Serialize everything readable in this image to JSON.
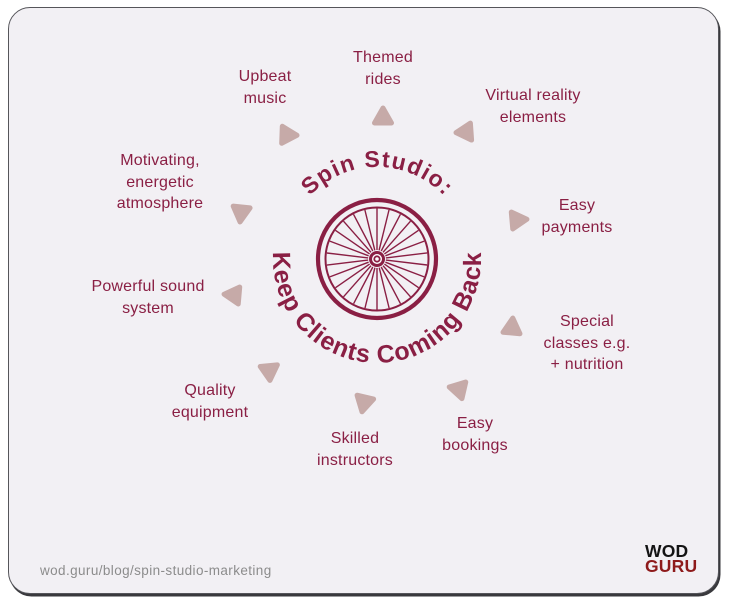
{
  "colors": {
    "accent_maroon": "#8a1f44",
    "triangle": "#c6aaa8",
    "card_background": "#f2f0f4",
    "footer_gray": "#8c8c8c",
    "logo_black": "#141414",
    "logo_red": "#8e1a1b"
  },
  "center": {
    "arc_top": "Spin Studio:",
    "arc_bottom": "Keep Clients Coming Back",
    "icon": "bicycle-wheel-icon"
  },
  "factors": [
    {
      "lines": [
        "Upbeat",
        "music"
      ]
    },
    {
      "lines": [
        "Themed",
        "rides"
      ]
    },
    {
      "lines": [
        "Virtual reality",
        "elements"
      ]
    },
    {
      "lines": [
        "Motivating,",
        "energetic",
        "atmosphere"
      ]
    },
    {
      "lines": [
        "Easy",
        "payments"
      ]
    },
    {
      "lines": [
        "Powerful sound",
        "system"
      ]
    },
    {
      "lines": [
        "Special",
        "classes e.g.",
        "+ nutrition"
      ]
    },
    {
      "lines": [
        "Quality",
        "equipment"
      ]
    },
    {
      "lines": [
        "Skilled",
        "instructors"
      ]
    },
    {
      "lines": [
        "Easy",
        "bookings"
      ]
    }
  ],
  "footer": {
    "url": "wod.guru/blog/spin-studio-marketing",
    "logo_line1": "WOD",
    "logo_line2": "GURU"
  }
}
